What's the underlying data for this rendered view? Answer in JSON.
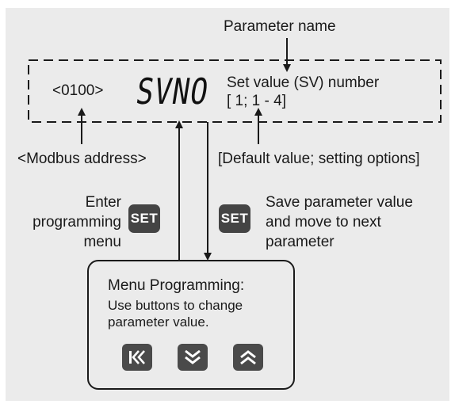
{
  "colors": {
    "panel_bg": "#ebebeb",
    "button_bg": "#444444",
    "line": "#1a1a1a"
  },
  "header": {
    "parameter_name_label": "Parameter name"
  },
  "display": {
    "modbus_address_value": "<0100>",
    "segment_code": "SVNO",
    "parameter_title": "Set value (SV) number",
    "default_and_options": "[ 1; 1 - 4]"
  },
  "labels": {
    "modbus_address": "<Modbus address>",
    "default_value_options": "[Default value; setting options]"
  },
  "left_action": {
    "lines": [
      "Enter",
      "programming",
      "menu"
    ],
    "button": "SET"
  },
  "right_action": {
    "lines": [
      "Save parameter value",
      "and move to next",
      "parameter"
    ],
    "button": "SET"
  },
  "menu": {
    "title": "Menu Programming:",
    "description_lines": [
      "Use buttons to change",
      "parameter value."
    ],
    "buttons": [
      "back-icon",
      "down-icon",
      "up-icon"
    ]
  }
}
